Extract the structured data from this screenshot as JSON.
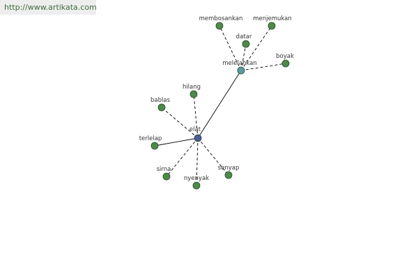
{
  "source": {
    "url": "http://www.artikata.com"
  },
  "graph": {
    "colors": {
      "root": "#4a5a9a",
      "hub": "#5a9aa0",
      "leaf": "#4e8a48",
      "node_stroke": "#2a4a2a",
      "edge": "#000000"
    },
    "nodes": [
      {
        "id": "n-elat",
        "label": "elat",
        "kind": "root"
      },
      {
        "id": "n-melelahkan",
        "label": "melelahkan",
        "kind": "hub"
      },
      {
        "id": "n-membosankan",
        "label": "membosankan",
        "kind": "leaf"
      },
      {
        "id": "n-menjemukan",
        "label": "menjemukan",
        "kind": "leaf"
      },
      {
        "id": "n-datar",
        "label": "datar",
        "kind": "leaf"
      },
      {
        "id": "n-boyak",
        "label": "boyak",
        "kind": "leaf"
      },
      {
        "id": "n-hilang",
        "label": "hilang",
        "kind": "leaf"
      },
      {
        "id": "n-bablas",
        "label": "bablas",
        "kind": "leaf"
      },
      {
        "id": "n-terlelap",
        "label": "terlelap",
        "kind": "leaf"
      },
      {
        "id": "n-sirna",
        "label": "sirna",
        "kind": "leaf"
      },
      {
        "id": "n-nyenyak",
        "label": "nyenyak",
        "kind": "leaf"
      },
      {
        "id": "n-senyap",
        "label": "senyap",
        "kind": "leaf"
      }
    ],
    "edges": [
      {
        "from": "n-elat",
        "to": "n-melelahkan",
        "style": "solid"
      },
      {
        "from": "n-elat",
        "to": "n-terlelap",
        "style": "solid"
      },
      {
        "from": "n-elat",
        "to": "n-hilang",
        "style": "dashed"
      },
      {
        "from": "n-elat",
        "to": "n-bablas",
        "style": "dashed"
      },
      {
        "from": "n-elat",
        "to": "n-sirna",
        "style": "dashed"
      },
      {
        "from": "n-elat",
        "to": "n-nyenyak",
        "style": "dashed"
      },
      {
        "from": "n-elat",
        "to": "n-senyap",
        "style": "dashed"
      },
      {
        "from": "n-melelahkan",
        "to": "n-membosankan",
        "style": "dashed"
      },
      {
        "from": "n-melelahkan",
        "to": "n-menjemukan",
        "style": "dashed"
      },
      {
        "from": "n-melelahkan",
        "to": "n-datar",
        "style": "dashed"
      },
      {
        "from": "n-melelahkan",
        "to": "n-boyak",
        "style": "dashed"
      }
    ]
  }
}
